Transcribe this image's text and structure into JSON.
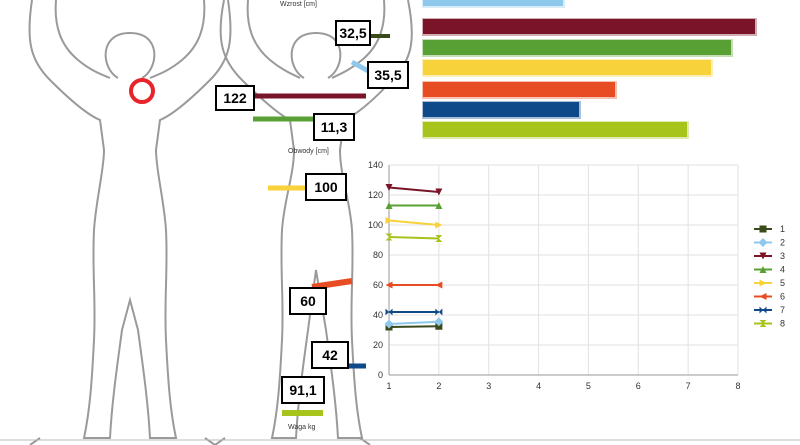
{
  "labels": {
    "height_caption": "Wzrost [cm]",
    "circ_caption": "Obwody [cm]",
    "weight_caption": "Waga kg"
  },
  "measurements": [
    {
      "text": "32,5",
      "color": "#3a4a1a"
    },
    {
      "text": "35,5",
      "color": "#8ec8ec"
    },
    {
      "text": "122",
      "color": "#7a1428"
    },
    {
      "text": "11,3",
      "color": "#58a033"
    },
    {
      "text": "100",
      "color": "#f8d23a"
    },
    {
      "text": "60",
      "color": "#e84c22"
    },
    {
      "text": "42",
      "color": "#0e4a8a"
    },
    {
      "text": "91,1",
      "color": "#a6c41c"
    }
  ],
  "hbar_colors": [
    "#8ec8ec",
    "#7a1428",
    "#58a033",
    "#f8d23a",
    "#e84c22",
    "#0e4a8a",
    "#a6c41c"
  ],
  "chart_data": [
    {
      "type": "bar",
      "orientation": "horizontal",
      "values": [
        3.5,
        8.3,
        7.7,
        7.2,
        4.8,
        3.9,
        6.6
      ]
    },
    {
      "type": "line",
      "xlim": [
        1,
        8
      ],
      "ylim": [
        0,
        140
      ],
      "x_ticks": [
        1,
        2,
        3,
        4,
        5,
        6,
        7,
        8
      ],
      "y_ticks": [
        0,
        20,
        40,
        60,
        80,
        100,
        120,
        140
      ],
      "grid": true,
      "legend": "right",
      "series": [
        {
          "name": "1",
          "color": "#3a4a1a",
          "marker": "square",
          "x": [
            1,
            2
          ],
          "y": [
            32,
            32.5
          ]
        },
        {
          "name": "2",
          "color": "#8ec8ec",
          "marker": "diamond",
          "x": [
            1,
            2
          ],
          "y": [
            34,
            35.5
          ]
        },
        {
          "name": "3",
          "color": "#7a1428",
          "marker": "triangle-down",
          "x": [
            1,
            2
          ],
          "y": [
            125,
            122
          ]
        },
        {
          "name": "4",
          "color": "#58a033",
          "marker": "triangle-up",
          "x": [
            1,
            2
          ],
          "y": [
            113,
            113
          ]
        },
        {
          "name": "5",
          "color": "#f8d23a",
          "marker": "triangle-right",
          "x": [
            1,
            2
          ],
          "y": [
            103,
            100
          ]
        },
        {
          "name": "6",
          "color": "#e84c22",
          "marker": "triangle-left",
          "x": [
            1,
            2
          ],
          "y": [
            60,
            60
          ]
        },
        {
          "name": "7",
          "color": "#0e4a8a",
          "marker": "bowtie",
          "x": [
            1,
            2
          ],
          "y": [
            42,
            42
          ]
        },
        {
          "name": "8",
          "color": "#a6c41c",
          "marker": "hourglass",
          "x": [
            1,
            2
          ],
          "y": [
            92,
            91
          ]
        }
      ]
    }
  ]
}
